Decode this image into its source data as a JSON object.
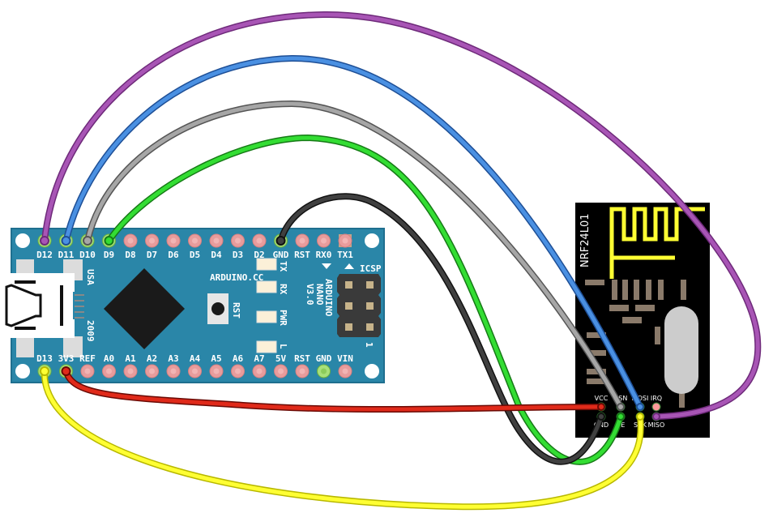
{
  "diagram": {
    "title": "Arduino Nano to NRF24L01 wiring",
    "colors": {
      "board_blue": "#2a86a8",
      "board_edge": "#1f6f8f",
      "pad_unused": "#e89c9c",
      "pad_used": "#a8e07a",
      "chip": "#1a1a1a",
      "nrf_board": "#000000",
      "antenna": "#ffff33",
      "nrf_component": "#8a7a6a",
      "crystal": "#cccccc"
    },
    "arduino": {
      "name": "Arduino Nano",
      "site_text": "ARDUINO.CC",
      "model_lines": [
        "ARDUINO",
        "NANO",
        "V3.0"
      ],
      "country_text": "USA",
      "year_text": "2009",
      "rst_button_label": "RST",
      "icsp_label": "ICSP",
      "icsp_pin1": "1",
      "leds": [
        "TX",
        "RX",
        "PWR",
        "L"
      ],
      "top_pins": [
        "D12",
        "D11",
        "D10",
        "D9",
        "D8",
        "D7",
        "D6",
        "D5",
        "D4",
        "D3",
        "D2",
        "GND",
        "RST",
        "RX0",
        "TX1"
      ],
      "bottom_pins": [
        "D13",
        "3V3",
        "REF",
        "A0",
        "A1",
        "A2",
        "A3",
        "A4",
        "A5",
        "A6",
        "A7",
        "5V",
        "RST",
        "GND",
        "VIN"
      ],
      "top_used": [
        "D12",
        "D11",
        "D10",
        "D9",
        "GND"
      ],
      "bottom_used": [
        "D13",
        "3V3",
        "GND"
      ]
    },
    "nrf": {
      "name": "NRF24L01",
      "top_pins": [
        "VCC",
        "CSN",
        "MOSI",
        "IRQ"
      ],
      "bottom_pins": [
        "GND",
        "CE",
        "SCK",
        "MISO"
      ]
    },
    "wires": [
      {
        "from": "D12",
        "to": "MISO",
        "color": "#a855b5",
        "edge": "#6e2a7a"
      },
      {
        "from": "D11",
        "to": "MOSI",
        "color": "#4a90e2",
        "edge": "#1e4f96"
      },
      {
        "from": "D10",
        "to": "CSN",
        "color": "#a6a6a6",
        "edge": "#555555"
      },
      {
        "from": "D9",
        "to": "CE",
        "color": "#33dd33",
        "edge": "#167a16"
      },
      {
        "from": "GND",
        "to": "GND",
        "color": "#404040",
        "edge": "#111111"
      },
      {
        "from": "3V3",
        "to": "VCC",
        "color": "#e02a1a",
        "edge": "#6a0a05"
      },
      {
        "from": "D13",
        "to": "SCK",
        "color": "#ffff33",
        "edge": "#b8b800"
      }
    ]
  }
}
